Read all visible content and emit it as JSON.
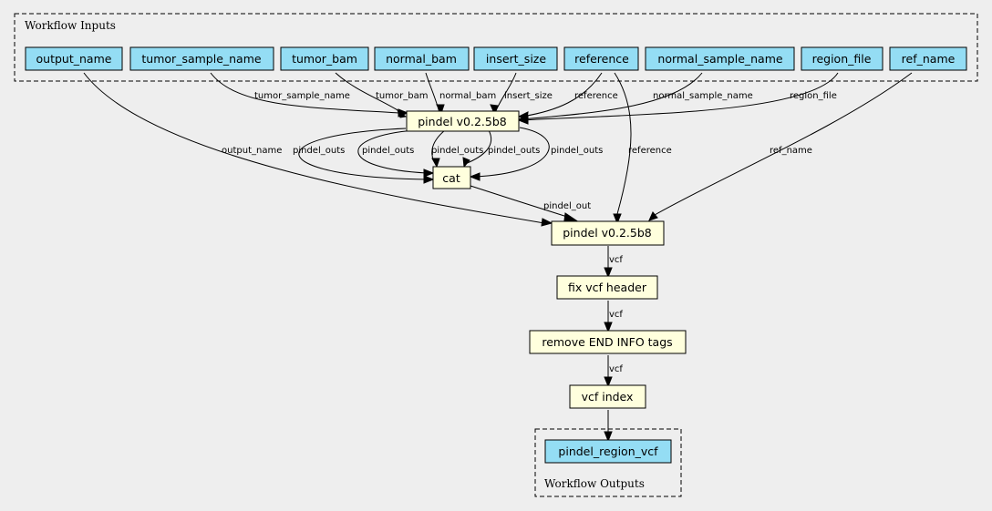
{
  "clusters": {
    "inputs": "Workflow Inputs",
    "outputs": "Workflow Outputs"
  },
  "colors": {
    "background": "#eeeeee",
    "input_fill": "#94ddf4",
    "step_fill": "#ffffdd"
  },
  "nodes": {
    "output_name": "output_name",
    "tumor_sample_name": "tumor_sample_name",
    "tumor_bam": "tumor_bam",
    "normal_bam": "normal_bam",
    "insert_size": "insert_size",
    "reference": "reference",
    "normal_sample_name": "normal_sample_name",
    "region_file": "region_file",
    "ref_name": "ref_name",
    "pindel1": "pindel v0.2.5b8",
    "cat": "cat",
    "pindel2": "pindel v0.2.5b8",
    "fix_vcf": "fix vcf header",
    "remove_end": "remove END INFO tags",
    "vcf_index": "vcf index",
    "pindel_region_vcf": "pindel_region_vcf"
  },
  "edge_labels": {
    "tumor_sample_name": "tumor_sample_name",
    "tumor_bam": "tumor_bam",
    "normal_bam": "normal_bam",
    "insert_size": "insert_size",
    "reference1": "reference",
    "normal_sample_name": "normal_sample_name",
    "region_file": "region_file",
    "output_name": "output_name",
    "pindel_outs_1": "pindel_outs",
    "pindel_outs_2": "pindel_outs",
    "pindel_outs_3": "pindel_outs",
    "pindel_outs_4": "pindel_outs",
    "pindel_outs_5": "pindel_outs",
    "reference2": "reference",
    "ref_name": "ref_name",
    "pindel_out": "pindel_out",
    "vcf1": "vcf",
    "vcf2": "vcf",
    "vcf3": "vcf"
  }
}
